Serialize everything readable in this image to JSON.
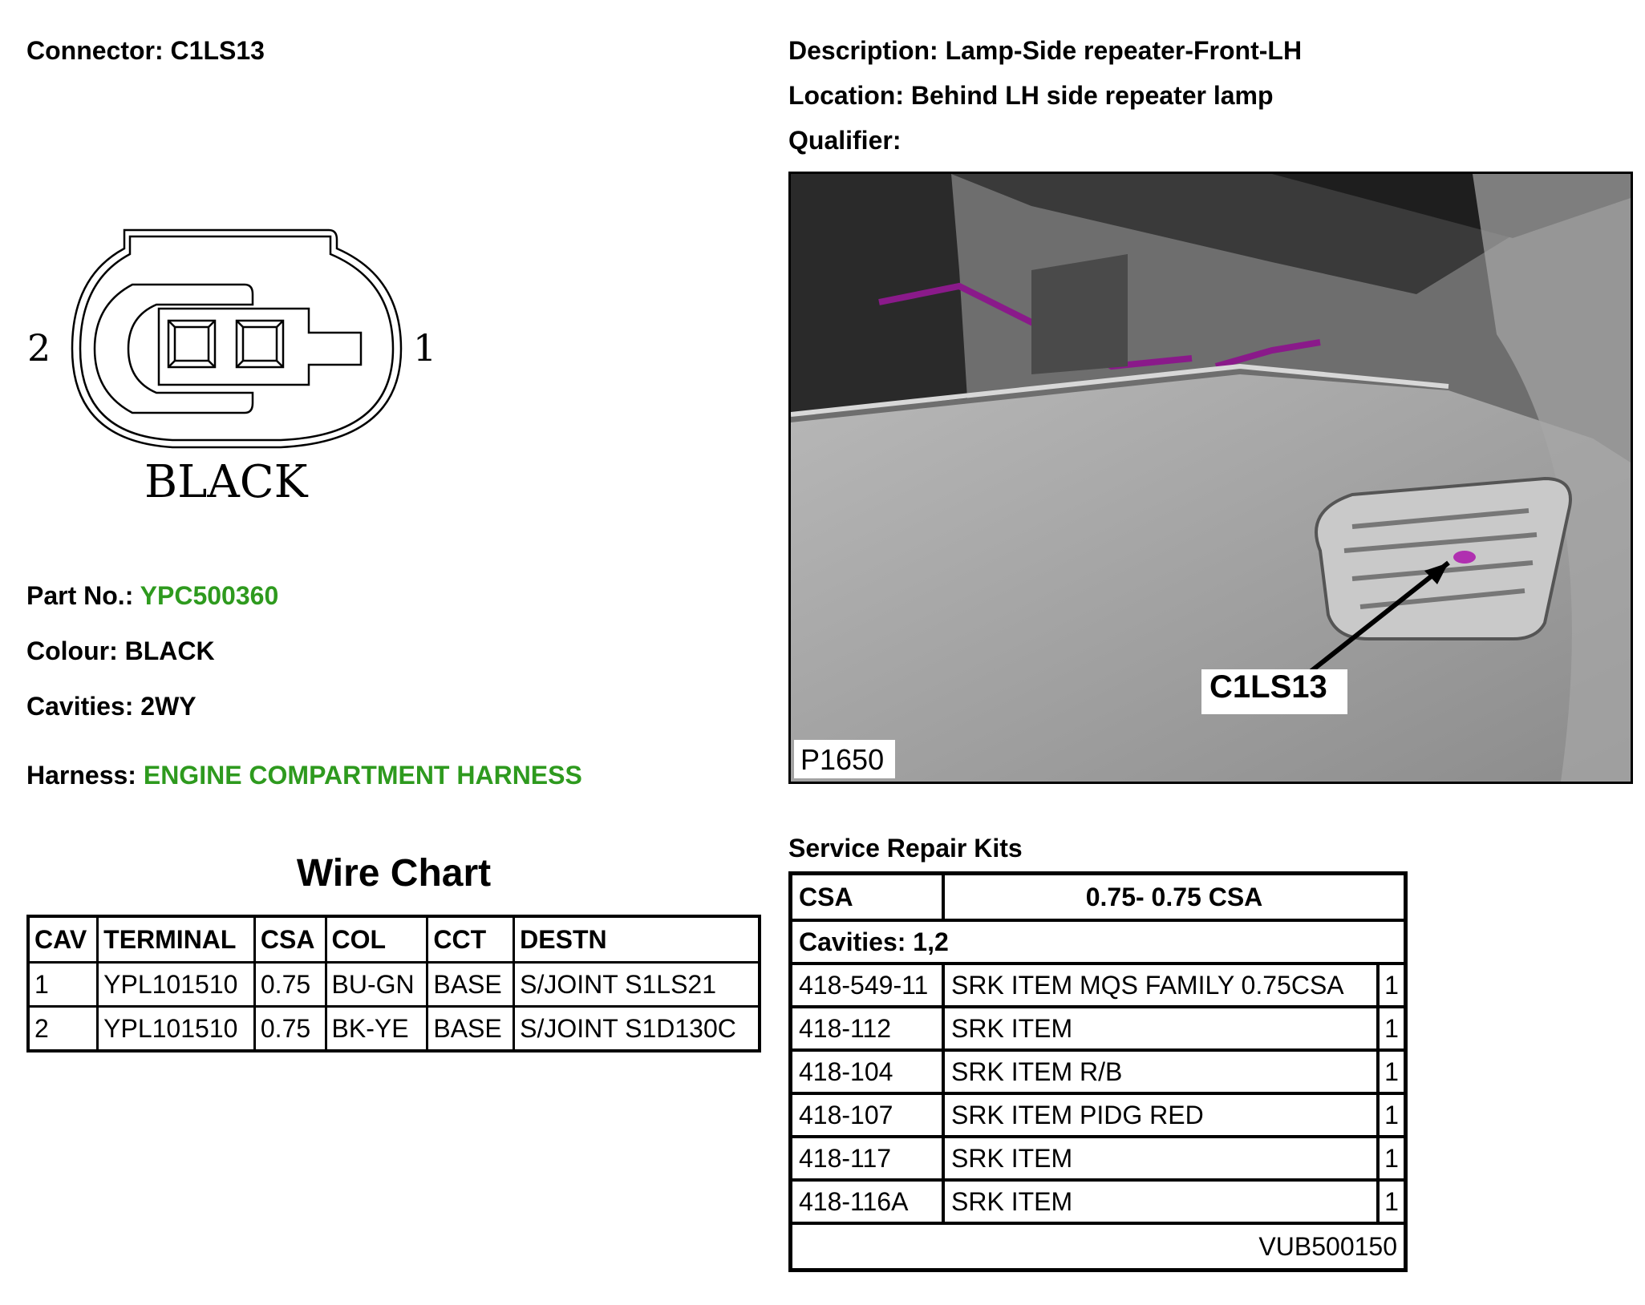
{
  "connector": {
    "label": "Connector:",
    "value": "C1LS13"
  },
  "description": {
    "label": "Description:",
    "value": "Lamp-Side repeater-Front-LH"
  },
  "location": {
    "label": "Location:",
    "value": "Behind LH side repeater lamp"
  },
  "qualifier": {
    "label": "Qualifier:",
    "value": ""
  },
  "diagram": {
    "pin_left": "2",
    "pin_right": "1",
    "colour_caption": "BLACK"
  },
  "part_no": {
    "label": "Part No.:",
    "value": "YPC500360"
  },
  "colour": {
    "label": "Colour:",
    "value": "BLACK"
  },
  "cavities": {
    "label": "Cavities:",
    "value": "2WY"
  },
  "harness": {
    "label": "Harness:",
    "value": "ENGINE COMPARTMENT HARNESS"
  },
  "photo": {
    "callout": "C1LS13",
    "ref": "P1650"
  },
  "wire_chart": {
    "title": "Wire Chart",
    "headers": [
      "CAV",
      "TERMINAL",
      "CSA",
      "COL",
      "CCT",
      "DESTN"
    ],
    "rows": [
      [
        "1",
        "YPL101510",
        "0.75",
        "BU-GN",
        "BASE",
        "S/JOINT S1LS21"
      ],
      [
        "2",
        "YPL101510",
        "0.75",
        "BK-YE",
        "BASE",
        "S/JOINT S1D130C"
      ]
    ]
  },
  "repair_kits": {
    "title": "Service Repair Kits",
    "csa_label": "CSA",
    "csa_value": "0.75- 0.75 CSA",
    "cavities": "Cavities: 1,2",
    "rows": [
      [
        "418-549-11",
        "SRK ITEM MQS FAMILY 0.75CSA",
        "1"
      ],
      [
        "418-112",
        "SRK ITEM",
        "1"
      ],
      [
        "418-104",
        "SRK ITEM R/B",
        "1"
      ],
      [
        "418-107",
        "SRK ITEM PIDG RED",
        "1"
      ],
      [
        "418-117",
        "SRK ITEM",
        "1"
      ],
      [
        "418-116A",
        "SRK ITEM",
        "1"
      ]
    ],
    "footer": "VUB500150"
  },
  "colors": {
    "accent_green": "#2e9a1e",
    "harness_purple": "#8a1a8a"
  }
}
